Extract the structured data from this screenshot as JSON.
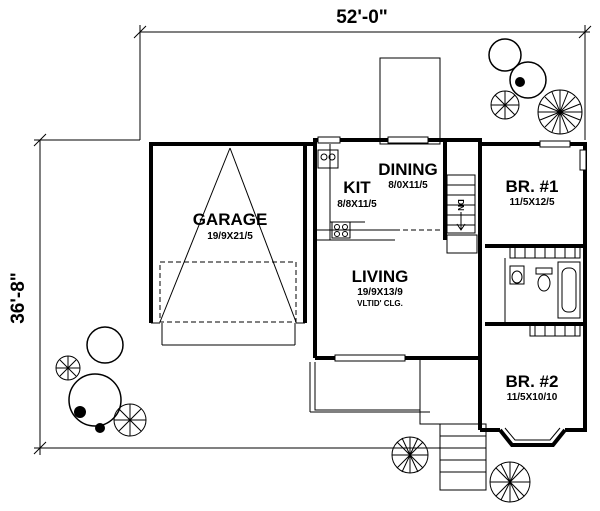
{
  "plan": {
    "overall_width": "52'-0\"",
    "overall_depth": "36'-8\"",
    "rooms": {
      "garage": {
        "name": "GARAGE",
        "size": "19/9X21/5"
      },
      "kitchen": {
        "name": "KIT",
        "size": "8/8X11/5"
      },
      "dining": {
        "name": "DINING",
        "size": "8/0X11/5"
      },
      "living": {
        "name": "LIVING",
        "size": "19/9X13/9",
        "note": "VLTID' CLG."
      },
      "bedroom1": {
        "name": "BR. #1",
        "size": "11/5X12/5"
      },
      "bedroom2": {
        "name": "BR. #2",
        "size": "11/5X10/10"
      }
    },
    "stair_label": "DN"
  }
}
